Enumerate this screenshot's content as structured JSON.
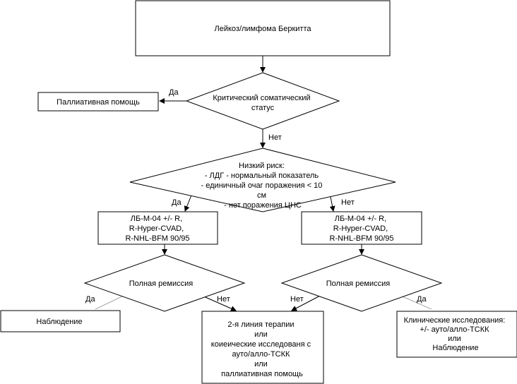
{
  "diagram": {
    "nodes": {
      "root": {
        "lines": [
          "Лейкоз/лимфома Беркитта"
        ]
      },
      "critical": {
        "lines": [
          "Критический соматический",
          "статус"
        ]
      },
      "palliative": {
        "lines": [
          "Паллиативная помощь"
        ]
      },
      "lowrisk": {
        "lines": [
          "Низкий риск:",
          "- ЛДГ - нормальный показатель",
          "- единичный очаг поражения < 10",
          "см",
          "- нет поражения ЦНС"
        ]
      },
      "regimen_left": {
        "lines": [
          "ЛБ-М-04 +/- R,",
          "R-Hyper-CVAD,",
          "R-NHL-BFM 90/95"
        ]
      },
      "regimen_right": {
        "lines": [
          "ЛБ-М-04 +/- R,",
          "R-Hyper-CVAD,",
          "R-NHL-BFM 90/95"
        ]
      },
      "remission_left": {
        "lines": [
          "Полная ремиссия"
        ]
      },
      "remission_right": {
        "lines": [
          "Полная ремиссия"
        ]
      },
      "observation": {
        "lines": [
          "Наблюдение"
        ]
      },
      "second_line": {
        "lines": [
          "2-я линия терапии",
          "или",
          "коиеические исследованя с",
          "ауто/алло-ТСКК",
          "или",
          "паллиативная помощь"
        ]
      },
      "clinical": {
        "lines": [
          "Клинические исследования:",
          "+/- ауто/алло-ТСКК",
          "или",
          "Наблюдение"
        ]
      }
    },
    "edge_labels": {
      "critical_yes": "Да",
      "critical_no": "Нет",
      "lowrisk_yes": "Да",
      "lowrisk_no": "Нет",
      "remission_left_yes": "Да",
      "remission_left_no": "Нет",
      "remission_right_no": "Нет",
      "remission_right_yes": "Да"
    }
  }
}
